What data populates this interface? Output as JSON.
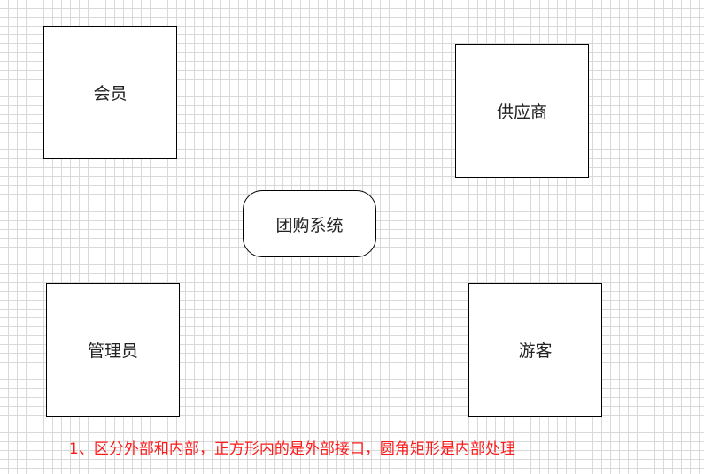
{
  "diagram": {
    "nodes": [
      {
        "id": "member",
        "label": "会员",
        "shape": "square",
        "kind": "external"
      },
      {
        "id": "supplier",
        "label": "供应商",
        "shape": "square",
        "kind": "external"
      },
      {
        "id": "system",
        "label": "团购系统",
        "shape": "rounded-rectangle",
        "kind": "internal"
      },
      {
        "id": "admin",
        "label": "管理员",
        "shape": "square",
        "kind": "external"
      },
      {
        "id": "visitor",
        "label": "游客",
        "shape": "square",
        "kind": "external"
      }
    ],
    "note": "1、区分外部和内部，正方形内的是外部接口，圆角矩形是内部处理"
  },
  "colors": {
    "note_text": "#ff1a1a",
    "border": "#000000",
    "grid": "#d9d9d9",
    "background": "#ffffff"
  }
}
